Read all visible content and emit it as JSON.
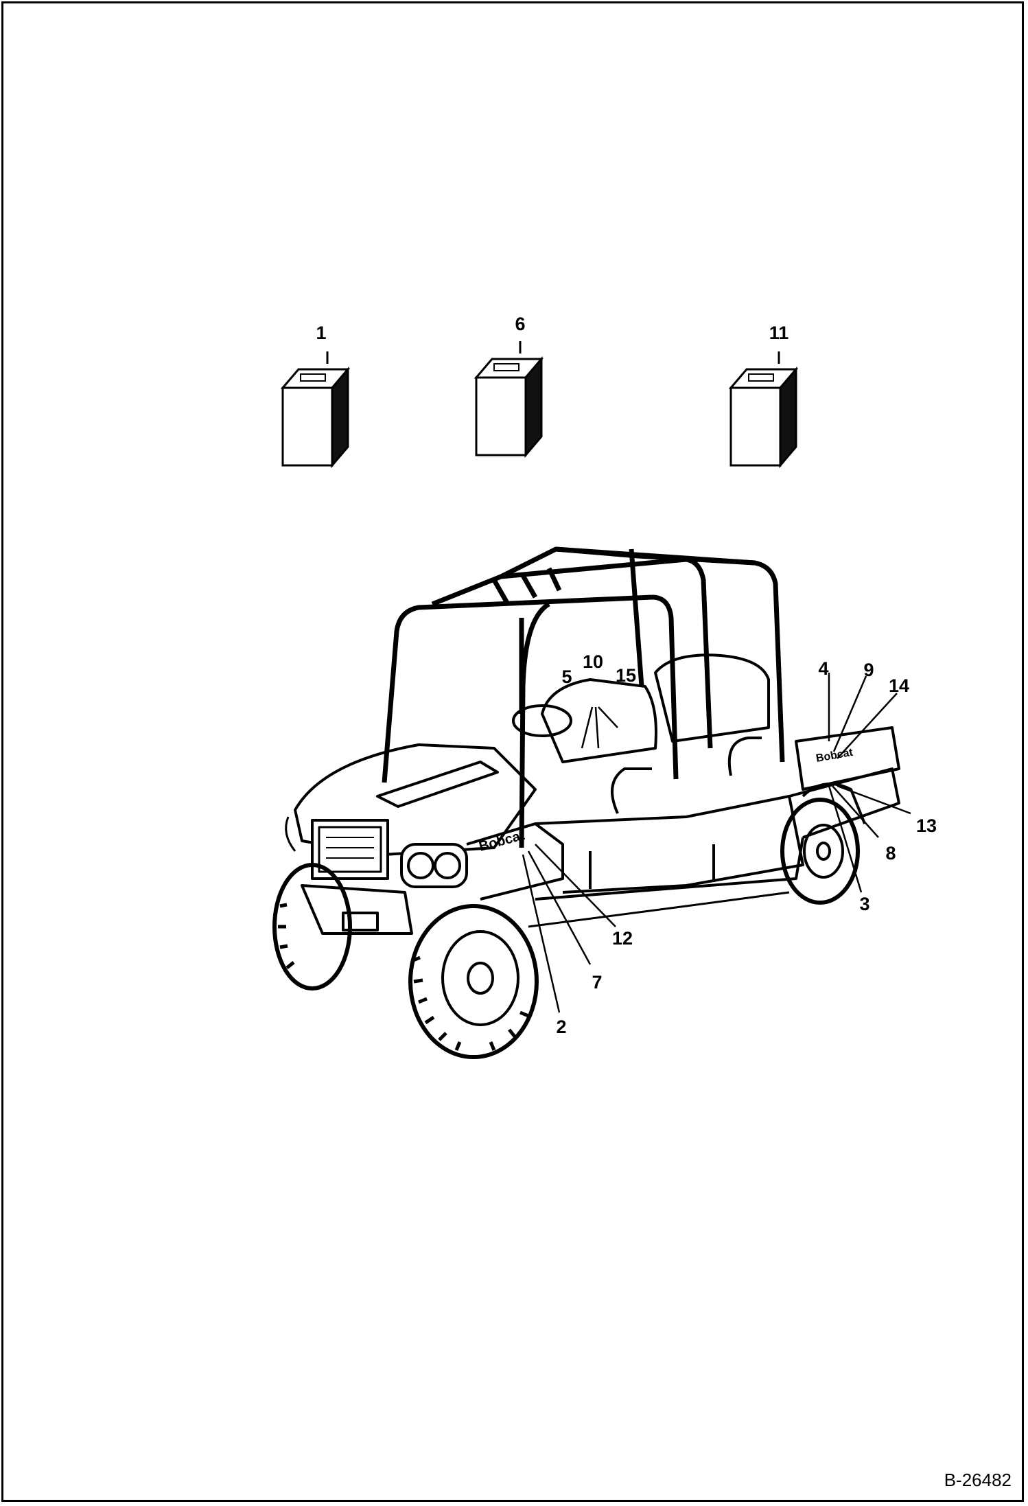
{
  "figure_id": "B-26482",
  "callouts": {
    "c1": "1",
    "c2": "2",
    "c3": "3",
    "c4": "4",
    "c5": "5",
    "c6": "6",
    "c7": "7",
    "c8": "8",
    "c9": "9",
    "c10": "10",
    "c11": "11",
    "c12": "12",
    "c13": "13",
    "c14": "14",
    "c15": "15"
  }
}
